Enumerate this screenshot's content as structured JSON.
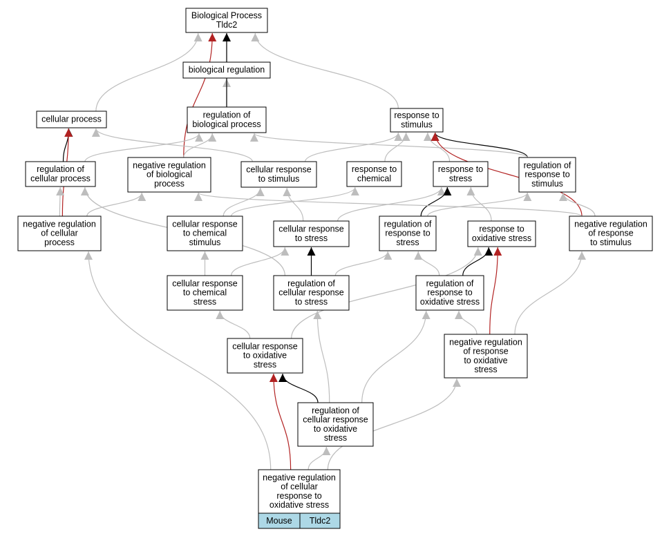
{
  "colors": {
    "is_a": "#bdbdbd",
    "regulates": "#000000",
    "negatively_regulates": "#b22222",
    "legend_fill": "#add8e6"
  },
  "nodes": [
    {
      "id": "root",
      "lines": [
        "Biological Process",
        "Tldc2"
      ]
    },
    {
      "id": "bioreg",
      "lines": [
        "biological regulation"
      ]
    },
    {
      "id": "cellproc",
      "lines": [
        "cellular process"
      ]
    },
    {
      "id": "regbio",
      "lines": [
        "regulation of",
        "biological process"
      ]
    },
    {
      "id": "respstim",
      "lines": [
        "response to",
        "stimulus"
      ]
    },
    {
      "id": "regcell",
      "lines": [
        "regulation of",
        "cellular process"
      ]
    },
    {
      "id": "negbio",
      "lines": [
        "negative regulation",
        "of biological",
        "process"
      ]
    },
    {
      "id": "cellrespstim",
      "lines": [
        "cellular response",
        "to stimulus"
      ]
    },
    {
      "id": "respchem",
      "lines": [
        "response to",
        "chemical"
      ]
    },
    {
      "id": "respstress",
      "lines": [
        "response to",
        "stress"
      ]
    },
    {
      "id": "regrespstim",
      "lines": [
        "regulation of",
        "response to",
        "stimulus"
      ]
    },
    {
      "id": "negcell",
      "lines": [
        "negative regulation",
        "of cellular",
        "process"
      ]
    },
    {
      "id": "cellrespchem",
      "lines": [
        "cellular response",
        "to chemical",
        "stimulus"
      ]
    },
    {
      "id": "cellrespstress",
      "lines": [
        "cellular response",
        "to stress"
      ]
    },
    {
      "id": "regrespstress",
      "lines": [
        "regulation of",
        "response to",
        "stress"
      ]
    },
    {
      "id": "respox",
      "lines": [
        "response to",
        "oxidative stress"
      ]
    },
    {
      "id": "negrespstim",
      "lines": [
        "negative regulation",
        "of response",
        "to stimulus"
      ]
    },
    {
      "id": "cellrespchemstress",
      "lines": [
        "cellular response",
        "to chemical",
        "stress"
      ]
    },
    {
      "id": "regcellrespstress",
      "lines": [
        "regulation of",
        "cellular response",
        "to stress"
      ]
    },
    {
      "id": "regrespox",
      "lines": [
        "regulation of",
        "response to",
        "oxidative stress"
      ]
    },
    {
      "id": "cellrespox",
      "lines": [
        "cellular response",
        "to oxidative",
        "stress"
      ]
    },
    {
      "id": "negrespox",
      "lines": [
        "negative regulation",
        "of response",
        "to oxidative",
        "stress"
      ]
    },
    {
      "id": "regcellrespox",
      "lines": [
        "regulation of",
        "cellular response",
        "to oxidative",
        "stress"
      ]
    },
    {
      "id": "target",
      "lines": [
        "negative regulation",
        "of cellular",
        "response to",
        "oxidative stress"
      ]
    }
  ],
  "edges": [
    {
      "from": "bioreg",
      "to": "root",
      "type": "is_a"
    },
    {
      "from": "regbio",
      "to": "bioreg",
      "type": "is_a"
    },
    {
      "from": "regbio",
      "to": "root",
      "type": "regulates"
    },
    {
      "from": "cellproc",
      "to": "root",
      "type": "is_a"
    },
    {
      "from": "respstim",
      "to": "root",
      "type": "is_a"
    },
    {
      "from": "negbio",
      "to": "root",
      "type": "negatively_regulates"
    },
    {
      "from": "regcell",
      "to": "cellproc",
      "type": "regulates"
    },
    {
      "from": "regcell",
      "to": "regbio",
      "type": "is_a"
    },
    {
      "from": "negbio",
      "to": "regbio",
      "type": "is_a"
    },
    {
      "from": "cellrespstim",
      "to": "cellproc",
      "type": "is_a"
    },
    {
      "from": "cellrespstim",
      "to": "respstim",
      "type": "is_a"
    },
    {
      "from": "respchem",
      "to": "respstim",
      "type": "is_a"
    },
    {
      "from": "respstress",
      "to": "respstim",
      "type": "is_a"
    },
    {
      "from": "regrespstim",
      "to": "respstim",
      "type": "regulates"
    },
    {
      "from": "regrespstim",
      "to": "regbio",
      "type": "is_a"
    },
    {
      "from": "negcell",
      "to": "cellproc",
      "type": "negatively_regulates"
    },
    {
      "from": "negcell",
      "to": "regcell",
      "type": "is_a"
    },
    {
      "from": "negcell",
      "to": "negbio",
      "type": "is_a"
    },
    {
      "from": "cellrespchem",
      "to": "cellrespstim",
      "type": "is_a"
    },
    {
      "from": "cellrespchem",
      "to": "respchem",
      "type": "is_a"
    },
    {
      "from": "cellrespstress",
      "to": "cellrespstim",
      "type": "is_a"
    },
    {
      "from": "cellrespstress",
      "to": "respstress",
      "type": "is_a"
    },
    {
      "from": "regrespstress",
      "to": "respstress",
      "type": "regulates"
    },
    {
      "from": "regrespstress",
      "to": "regrespstim",
      "type": "is_a"
    },
    {
      "from": "respox",
      "to": "respstress",
      "type": "is_a"
    },
    {
      "from": "negrespstim",
      "to": "respstim",
      "type": "negatively_regulates"
    },
    {
      "from": "negrespstim",
      "to": "regrespstim",
      "type": "is_a"
    },
    {
      "from": "negrespstim",
      "to": "negbio",
      "type": "is_a"
    },
    {
      "from": "cellrespchemstress",
      "to": "cellrespchem",
      "type": "is_a"
    },
    {
      "from": "cellrespchemstress",
      "to": "cellrespstress",
      "type": "is_a"
    },
    {
      "from": "regcellrespstress",
      "to": "cellrespstress",
      "type": "regulates"
    },
    {
      "from": "regcellrespstress",
      "to": "regrespstress",
      "type": "is_a"
    },
    {
      "from": "regcellrespstress",
      "to": "regcell",
      "type": "is_a"
    },
    {
      "from": "regrespox",
      "to": "respox",
      "type": "regulates"
    },
    {
      "from": "regrespox",
      "to": "regrespstress",
      "type": "is_a"
    },
    {
      "from": "negrespox",
      "to": "respox",
      "type": "negatively_regulates"
    },
    {
      "from": "negrespox",
      "to": "regrespox",
      "type": "is_a"
    },
    {
      "from": "negrespox",
      "to": "negrespstim",
      "type": "is_a"
    },
    {
      "from": "cellrespox",
      "to": "cellrespchemstress",
      "type": "is_a"
    },
    {
      "from": "cellrespox",
      "to": "respox",
      "type": "is_a"
    },
    {
      "from": "regcellrespox",
      "to": "cellrespox",
      "type": "regulates"
    },
    {
      "from": "regcellrespox",
      "to": "regcellrespstress",
      "type": "is_a"
    },
    {
      "from": "regcellrespox",
      "to": "regrespox",
      "type": "is_a"
    },
    {
      "from": "target",
      "to": "cellrespox",
      "type": "negatively_regulates"
    },
    {
      "from": "target",
      "to": "regcellrespox",
      "type": "is_a"
    },
    {
      "from": "target",
      "to": "negcell",
      "type": "is_a"
    },
    {
      "from": "target",
      "to": "negrespox",
      "type": "is_a"
    }
  ],
  "legend": {
    "organism": "Mouse",
    "gene": "Tldc2"
  }
}
